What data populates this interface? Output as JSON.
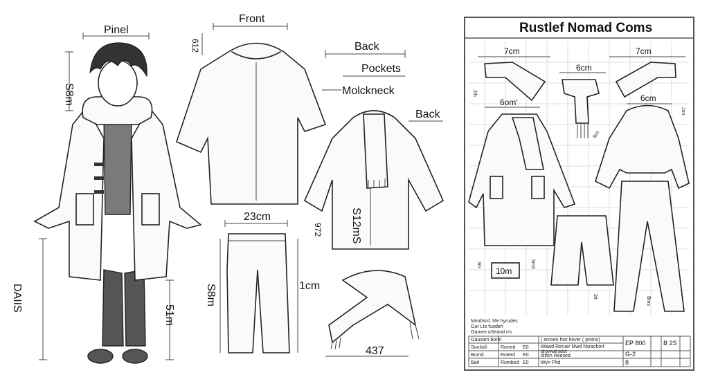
{
  "left_sheet": {
    "labels": {
      "pinel": "Pinel",
      "front": "Front",
      "back_top": "Back",
      "pockets": "Pockets",
      "mockneck": "Molckneck",
      "back_side": "Back",
      "dim_612": "612",
      "dim_s8m_head": "S8m",
      "dim_23cm": "23cm",
      "dim_972": "972",
      "dim_s12m": "S12mS",
      "dim_1cm": "1cm",
      "dim_s8m_pants": "S8m",
      "dim_51m": "51m",
      "dim_daiis": "DAIIS",
      "dim_437": "437"
    }
  },
  "right_sheet": {
    "title": "Rustlef Nomad Coms",
    "labels": {
      "sleeve_left": "7cm",
      "scarf": "6cm",
      "sleeve_right": "7cm",
      "jacket_back": "6cm",
      "coat_front": "6om'",
      "dim_2th": "2th",
      "dim_jun": "Jun",
      "dim_10m": "10m",
      "dim_5m3": "5m3",
      "dim_3m": "3m",
      "dim_3d": "3d",
      "dim_bms": "Bms",
      "dim_side": "lkrz"
    },
    "notes": [
      "Mmdtsrd. Me hyrudes",
      "Gur Lto fuodeh",
      "Gamen oSeand rrs."
    ],
    "table": {
      "header_left": "Gausam borel",
      "header_mid": "( emoen hwt hever ( pmino)",
      "rows": [
        {
          "a": "Soolsdl",
          "b": "Rorred",
          "c": "E0"
        },
        {
          "a": "Bornd",
          "b": "Roterd",
          "c": "E0"
        },
        {
          "a": "Barl",
          "b": "Rumbed",
          "c": "E0"
        }
      ],
      "mid_text": [
        "Wawd Reruer Mwd Nsrachort",
        "drowwtrsdut",
        "ollfen Reesed",
        "Wyn Ffrd"
      ],
      "code1": "EP 800",
      "code2": "G-2",
      "code3": "8",
      "code4": "B 2S"
    }
  }
}
